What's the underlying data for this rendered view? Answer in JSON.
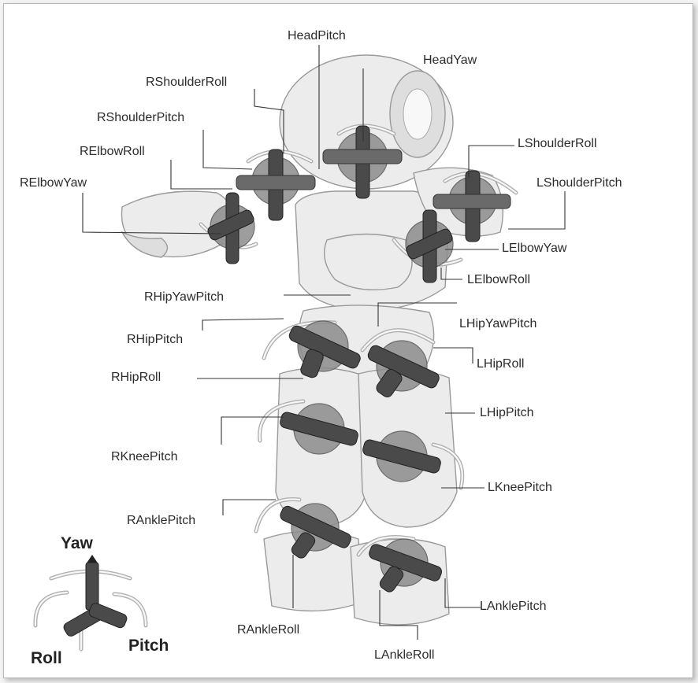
{
  "labels": {
    "head_pitch": "HeadPitch",
    "head_yaw": "HeadYaw",
    "r_shoulder_roll": "RShoulderRoll",
    "r_shoulder_pitch": "RShoulderPitch",
    "r_elbow_roll": "RElbowRoll",
    "r_elbow_yaw": "RElbowYaw",
    "l_shoulder_roll": "LShoulderRoll",
    "l_shoulder_pitch": "LShoulderPitch",
    "l_elbow_yaw": "LElbowYaw",
    "l_elbow_roll": "LElbowRoll",
    "r_hip_yaw_pitch": "RHipYawPitch",
    "l_hip_yaw_pitch": "LHipYawPitch",
    "r_hip_pitch": "RHipPitch",
    "r_hip_roll": "RHipRoll",
    "l_hip_roll": "LHipRoll",
    "l_hip_pitch": "LHipPitch",
    "r_knee_pitch": "RKneePitch",
    "l_knee_pitch": "LKneePitch",
    "r_ankle_pitch": "RAnklePitch",
    "l_ankle_pitch": "LAnklePitch",
    "r_ankle_roll": "RAnkleRoll",
    "l_ankle_roll": "LAnkleRoll"
  },
  "axes_legend": {
    "yaw": "Yaw",
    "roll": "Roll",
    "pitch": "Pitch"
  }
}
